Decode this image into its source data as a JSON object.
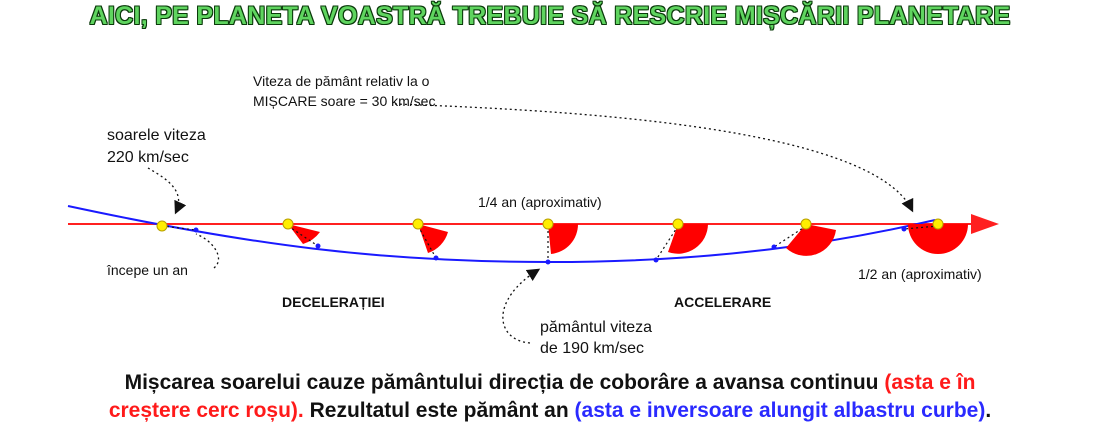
{
  "title": "AICI, PE PLANETA VOASTRĂ TREBUIE SĂ RESCRIE MIȘCĂRII PLANETARE",
  "labels": {
    "earth_speed_line1": "Viteza de pământ relativ la o",
    "earth_speed_line2": "MIȘCARE soare = 30 km/sec",
    "sun_speed_line1": "soarele viteza",
    "sun_speed_line2": "220  km/sec",
    "quarter_year": "1/4 an (aproximativ)",
    "begins_year": "începe un an",
    "half_year": "1/2 an (aproximativ)",
    "deceleration": "DECELERAȚIEI",
    "acceleration": "ACCELERARE",
    "earth_velocity_line1": "pământul viteza",
    "earth_velocity_line2": "de  190  km/sec"
  },
  "caption": {
    "line1_black": "Mișcarea soarelui cauze pământului direcția de coborâre a avansa continuu",
    "line1_red": "(asta e în",
    "line2_red": "creștere cerc roșu).",
    "line2_black": "Rezultatul este pământ an",
    "line2_blue": "(asta e inversoare alungit albastru curbe)",
    "line2_end": "."
  },
  "colors": {
    "sun_path": "#ff2020",
    "earth_path": "#1a1aff",
    "sun": "#ffee00",
    "sector": "#ff0000",
    "title_fill": "#5fd45f"
  }
}
